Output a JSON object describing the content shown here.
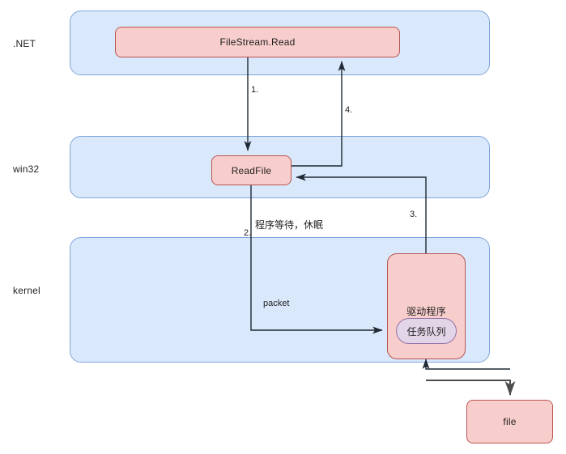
{
  "diagram": {
    "title": "FileStream.Read IO flow",
    "colors": {
      "layer_fill": "#dae8fc",
      "layer_stroke": "#7ea6d9",
      "node_fill": "#f8cecc",
      "node_stroke": "#b85450",
      "queue_fill": "#e1d5e7",
      "queue_stroke": "#9673a6",
      "edge_stroke": "#1f2933",
      "background": "#ffffff"
    },
    "layers": [
      {
        "id": "dotnet",
        "label": ".NET"
      },
      {
        "id": "win32",
        "label": "win32"
      },
      {
        "id": "kernel",
        "label": "kernel"
      }
    ],
    "nodes": [
      {
        "id": "filestream-read",
        "label": "FileStream.Read"
      },
      {
        "id": "readfile",
        "label": "ReadFile"
      },
      {
        "id": "driver",
        "label": "驱动程序"
      },
      {
        "id": "task-queue",
        "label": "任务队列"
      },
      {
        "id": "file",
        "label": "file"
      }
    ],
    "edge_labels": [
      {
        "id": "step-1",
        "text": "1."
      },
      {
        "id": "step-2",
        "text": "2."
      },
      {
        "id": "step-3",
        "text": "3."
      },
      {
        "id": "step-4",
        "text": "4."
      },
      {
        "id": "wait-sleep",
        "text": "程序等待，休眠"
      },
      {
        "id": "packet",
        "text": "packet"
      }
    ]
  }
}
